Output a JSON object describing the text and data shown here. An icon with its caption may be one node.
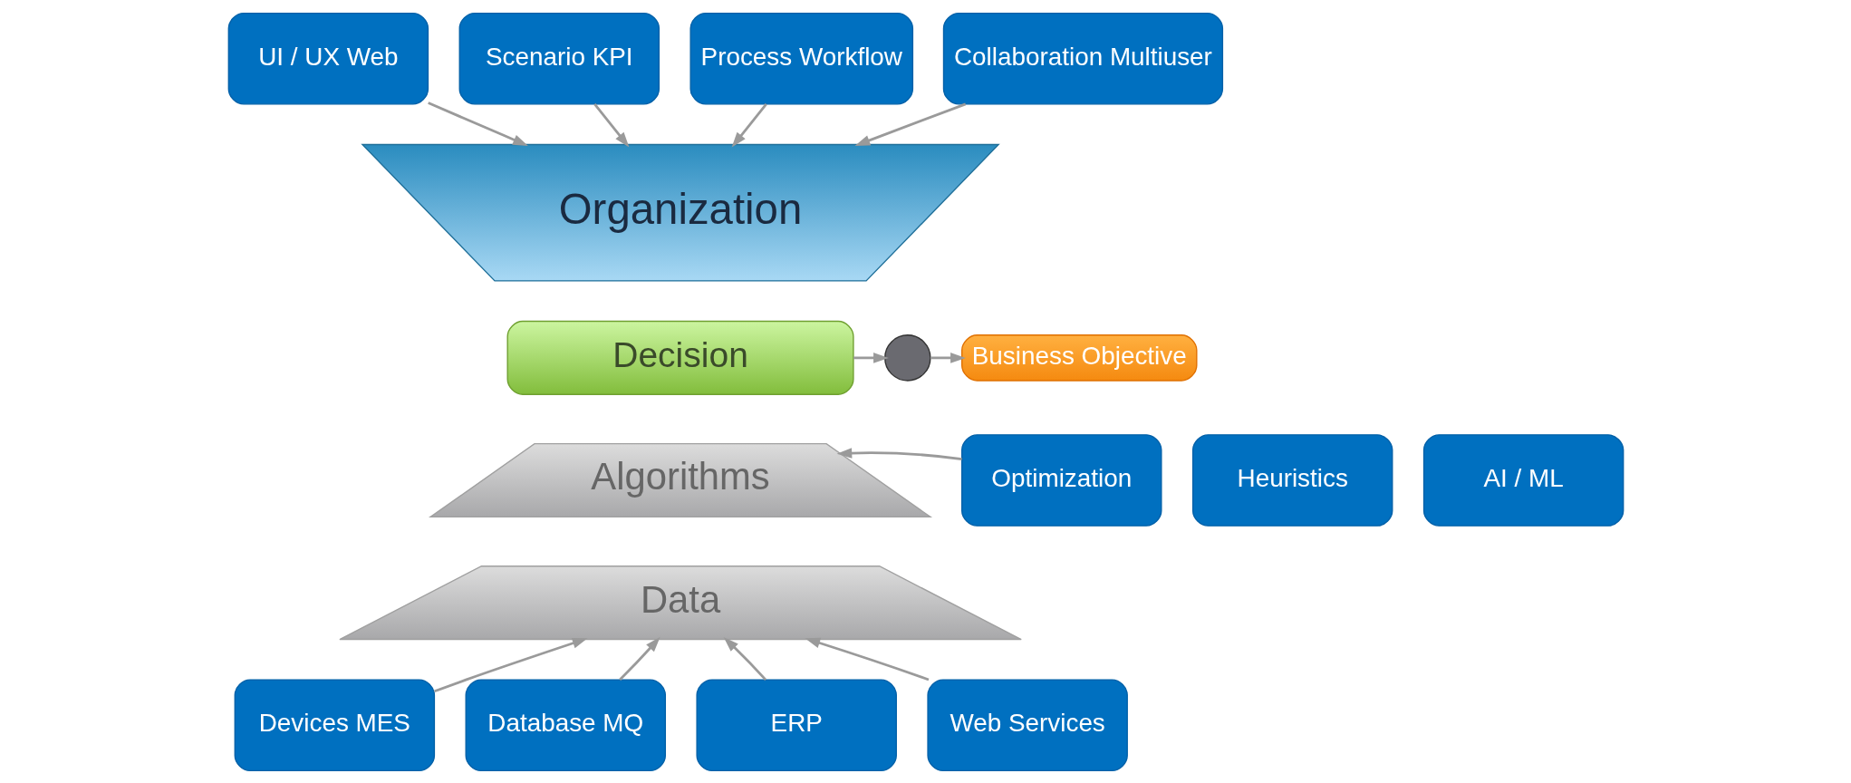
{
  "diagram": {
    "nodes": [
      {
        "text": [
          "UI / UX Web"
        ]
      },
      {
        "text": [
          "Scenario KPI"
        ]
      },
      {
        "text": [
          "Process Workflow"
        ]
      },
      {
        "text": [
          "Collaboration Multiuser"
        ]
      },
      {
        "text": [
          "Organization"
        ]
      },
      {
        "text": [
          "Decision"
        ]
      },
      {
        "text": [],
        "shape": "circle"
      },
      {
        "text": [
          "Business Objective"
        ]
      },
      {
        "text": [
          "Algorithms"
        ]
      },
      {
        "text": [
          "Data"
        ]
      },
      {
        "text": [
          "Optimization"
        ]
      },
      {
        "text": [
          "Heuristics"
        ]
      },
      {
        "text": [
          "AI / ML"
        ]
      },
      {
        "text": [
          "Devices MES"
        ]
      },
      {
        "text": [
          "Database MQ"
        ]
      },
      {
        "text": [
          "ERP"
        ]
      },
      {
        "text": [
          "Web Services"
        ]
      }
    ],
    "edges": [
      {
        "from": 0,
        "to": 4,
        "arrow": "to"
      },
      {
        "from": 1,
        "to": 4,
        "arrow": "to"
      },
      {
        "from": 2,
        "to": 4,
        "arrow": "to"
      },
      {
        "from": 3,
        "to": 4,
        "arrow": "to"
      },
      {
        "from": 5,
        "to": 6,
        "arrow": "to"
      },
      {
        "from": 6,
        "to": 7,
        "arrow": "to"
      },
      {
        "from": 10,
        "to": 8,
        "arrow": "to"
      },
      {
        "from": 13,
        "to": 9,
        "arrow": "to"
      },
      {
        "from": 14,
        "to": 9,
        "arrow": "to"
      },
      {
        "from": 15,
        "to": 9,
        "arrow": "to"
      },
      {
        "from": 16,
        "to": 9,
        "arrow": "to"
      }
    ]
  }
}
